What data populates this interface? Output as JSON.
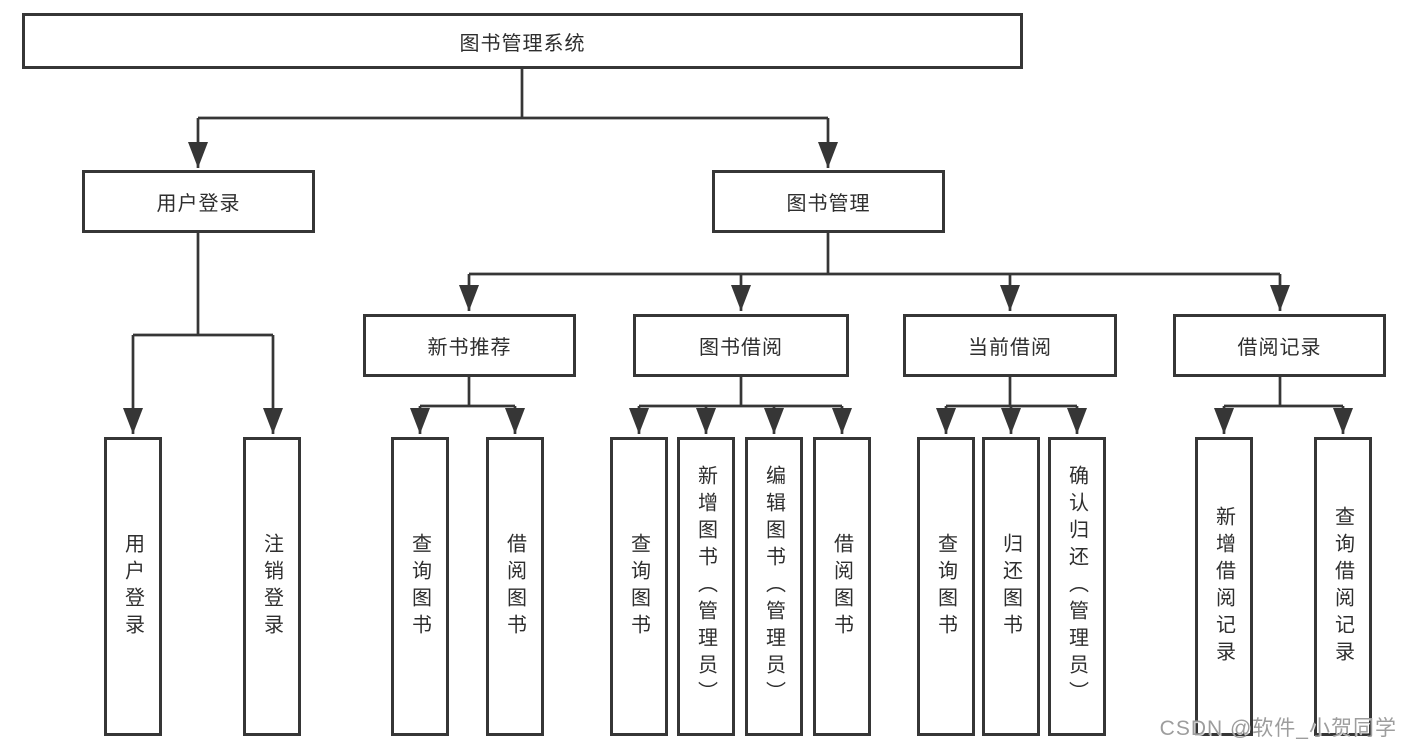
{
  "diagram": {
    "tree": {
      "label": "图书管理系统",
      "children": [
        {
          "label": "用户登录",
          "children": [
            {
              "label": "用户登录"
            },
            {
              "label": "注销登录"
            }
          ]
        },
        {
          "label": "图书管理",
          "children": [
            {
              "label": "新书推荐",
              "children": [
                {
                  "label": "查询图书"
                },
                {
                  "label": "借阅图书"
                }
              ]
            },
            {
              "label": "图书借阅",
              "children": [
                {
                  "label": "查询图书"
                },
                {
                  "label": "新增图书（管理员）"
                },
                {
                  "label": "编辑图书（管理员）"
                },
                {
                  "label": "借阅图书"
                }
              ]
            },
            {
              "label": "当前借阅",
              "children": [
                {
                  "label": "查询图书"
                },
                {
                  "label": "归还图书"
                },
                {
                  "label": "确认归还（管理员）"
                }
              ]
            },
            {
              "label": "借阅记录",
              "children": [
                {
                  "label": "新增借阅记录"
                },
                {
                  "label": "查询借阅记录"
                }
              ]
            }
          ]
        }
      ]
    },
    "line_color": "#363636",
    "box_background": "#ffffff"
  },
  "watermark": "CSDN @软件_小贺同学"
}
